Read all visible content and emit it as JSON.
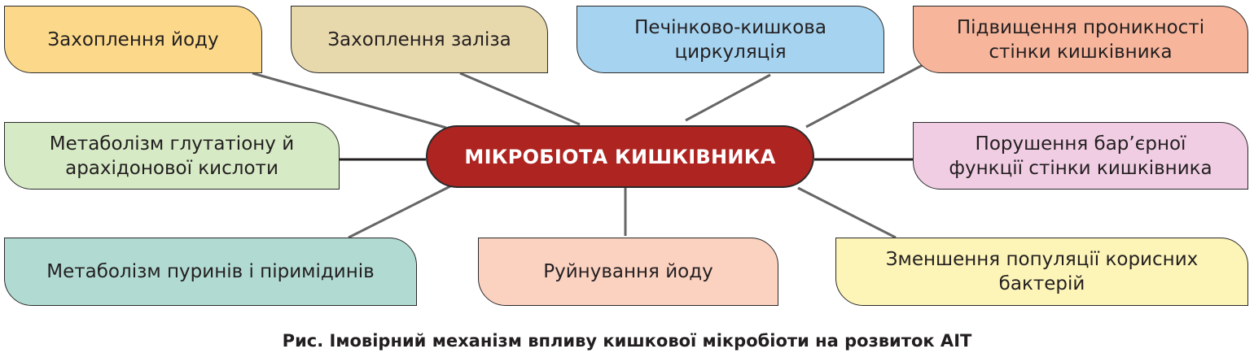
{
  "center": {
    "label": "МІКРОБІОТА КИШКІВНИКА",
    "color": "#ae2421"
  },
  "nodes": [
    {
      "label": "Захоплення йоду",
      "color": "#fcd98a"
    },
    {
      "label": "Захоплення заліза",
      "color": "#e8d9ad"
    },
    {
      "label": "Печінково-кишкова циркуляція",
      "color": "#a5d3f0"
    },
    {
      "label": "Підвищення проникності стінки кишківника",
      "color": "#f7b69c"
    },
    {
      "label": "Метаболізм глутатіону й арахідонової кислоти",
      "color": "#d6eac5"
    },
    {
      "label": "Порушення бар’єрної функції стінки кишківника",
      "color": "#f0cde3"
    },
    {
      "label": "Метаболізм пуринів і піримідинів",
      "color": "#b1dbd2"
    },
    {
      "label": "Руйнування йоду",
      "color": "#fbd1c0"
    },
    {
      "label": "Зменшення популяції корисних бактерій",
      "color": "#fdf5b8"
    }
  ],
  "caption": "Рис. Імовірний механізм впливу кишкової мікробіоти на розвиток АІТ"
}
